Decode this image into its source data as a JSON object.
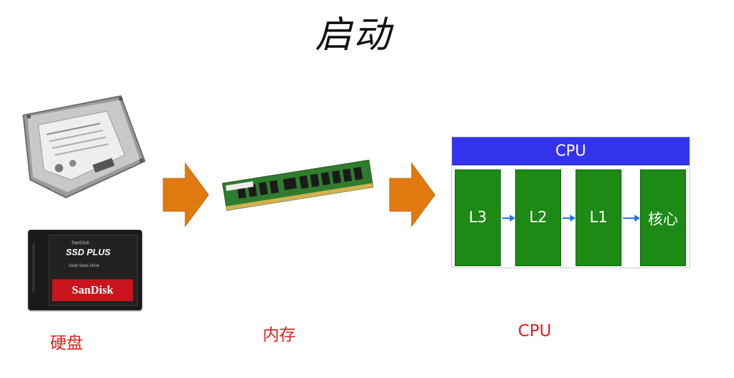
{
  "title": "启动",
  "storage": {
    "ssd_brand": "SanDisk",
    "ssd_model": "SSD PLUS",
    "ssd_sub": "Solid State Drive",
    "ssd_small": "SanDisk"
  },
  "captions": {
    "disk": "硬盘",
    "memory": "内存",
    "cpu": "CPU"
  },
  "cpu": {
    "header": "CPU",
    "stages": [
      "L3",
      "L2",
      "L1",
      "核心"
    ]
  },
  "colors": {
    "arrow": "#e07a10",
    "cache": "#1c8a14",
    "cpu_header": "#3333ee",
    "caption": "#e0201e",
    "small_arrow": "#1f74f0"
  }
}
